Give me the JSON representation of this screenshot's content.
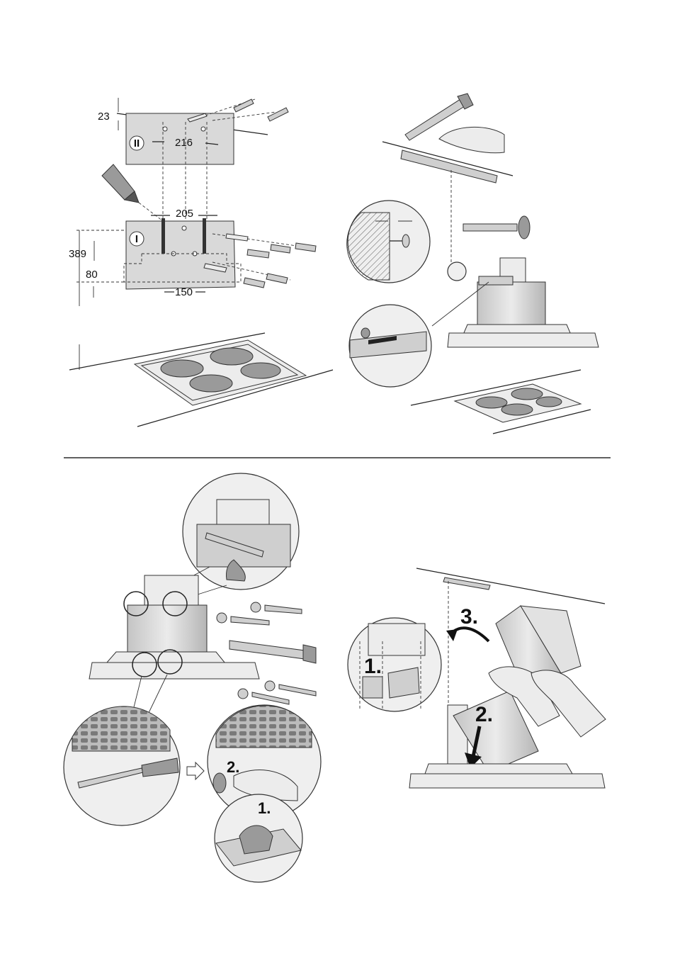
{
  "panel1": {
    "dim_23": "23",
    "dim_216": "216",
    "dim_205": "205",
    "dim_389": "389",
    "dim_80": "80",
    "dim_150": "150",
    "bracket_upper_mark": "II",
    "bracket_lower_mark": "I"
  },
  "panel3": {
    "step_2": "2.",
    "step_1": "1."
  },
  "panel4": {
    "step_1": "1.",
    "step_2": "2.",
    "step_3": "3."
  }
}
